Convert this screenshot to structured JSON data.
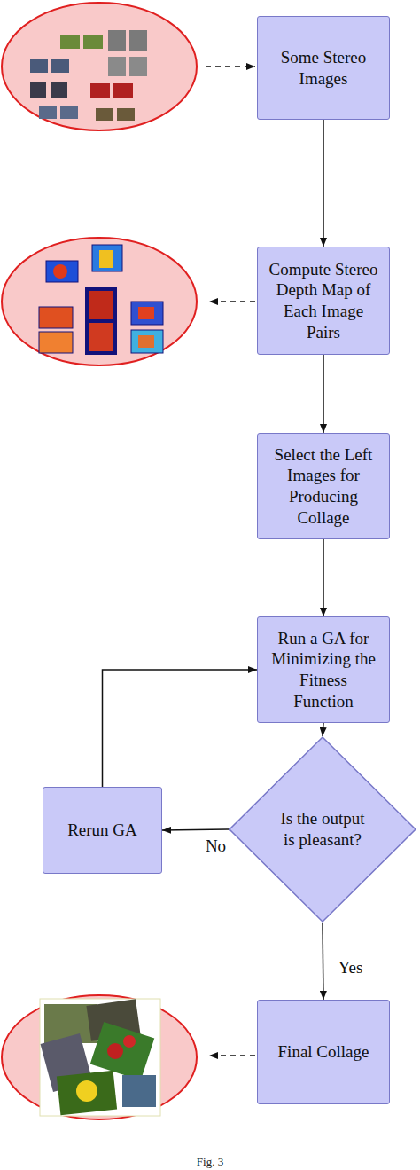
{
  "diagram": {
    "caption": "Fig. 3",
    "nodes": [
      {
        "text": [
          "Some Stereo Images"
        ]
      },
      {
        "text": [
          "Compute Stereo Depth Map of Each Image Pairs"
        ]
      },
      {
        "text": [
          "Select the Left Images for Producing Collage"
        ]
      },
      {
        "text": [
          "Run a GA for Minimizing the Fitness Function"
        ]
      },
      {
        "text": [
          "Is the output is pleasant?"
        ]
      },
      {
        "text": [
          "Rerun GA"
        ]
      },
      {
        "text": [
          "Final Collage"
        ]
      }
    ],
    "edges": [
      {
        "from": 0,
        "to": 1,
        "arrow": "to"
      },
      {
        "from": 1,
        "to": 2,
        "arrow": "to"
      },
      {
        "from": 2,
        "to": 3,
        "arrow": "to"
      },
      {
        "from": 3,
        "to": 4,
        "arrow": "to"
      },
      {
        "from": 4,
        "to": 5,
        "label": "No",
        "arrow": "to"
      },
      {
        "from": 5,
        "to": 3,
        "arrow": "to"
      },
      {
        "from": 4,
        "to": 6,
        "label": "Yes",
        "arrow": "to"
      }
    ]
  }
}
